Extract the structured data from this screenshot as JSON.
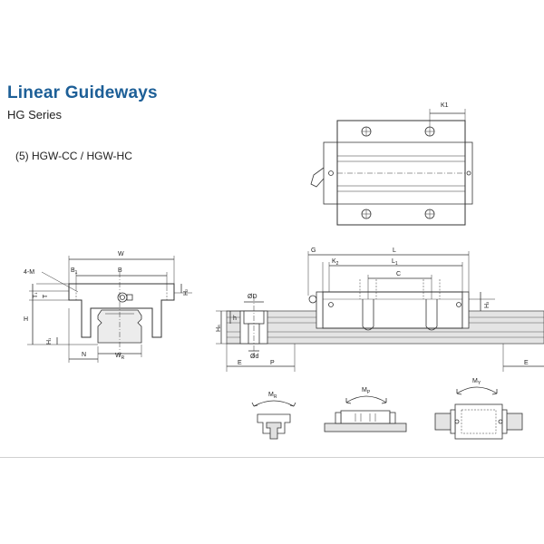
{
  "header": {
    "title": "Linear Guideways",
    "subtitle": "HG Series",
    "section": "(5) HGW-CC / HGW-HC"
  },
  "colors": {
    "title": "#1d5f97",
    "line": "#333333",
    "rail_fill": "#dcdcdc"
  },
  "labels": {
    "k1": "K1",
    "w": "W",
    "four_m": "4-M",
    "b1": "B",
    "b1_sub": "1",
    "b": "B",
    "t1": "T",
    "t1_sub": "1",
    "t": "T",
    "h2": "H",
    "h2_sub": "2",
    "h": "H",
    "h1": "H",
    "h1_sub": "1",
    "n": "N",
    "wr": "W",
    "wr_sub": "R",
    "g": "G",
    "l": "L",
    "k2": "K",
    "k2_sub": "2",
    "l1": "L",
    "l1_sub": "1",
    "c": "C",
    "h3": "H",
    "h3_sub": "3",
    "od_big": "ØD",
    "h_small": "h",
    "hr": "H",
    "hr_sub": "R",
    "od_small": "Ød",
    "e_left": "E",
    "p": "P",
    "e_right": "E",
    "mr": "M",
    "mr_sub": "R",
    "mp": "M",
    "mp_sub": "P",
    "my": "M",
    "my_sub": "Y"
  }
}
